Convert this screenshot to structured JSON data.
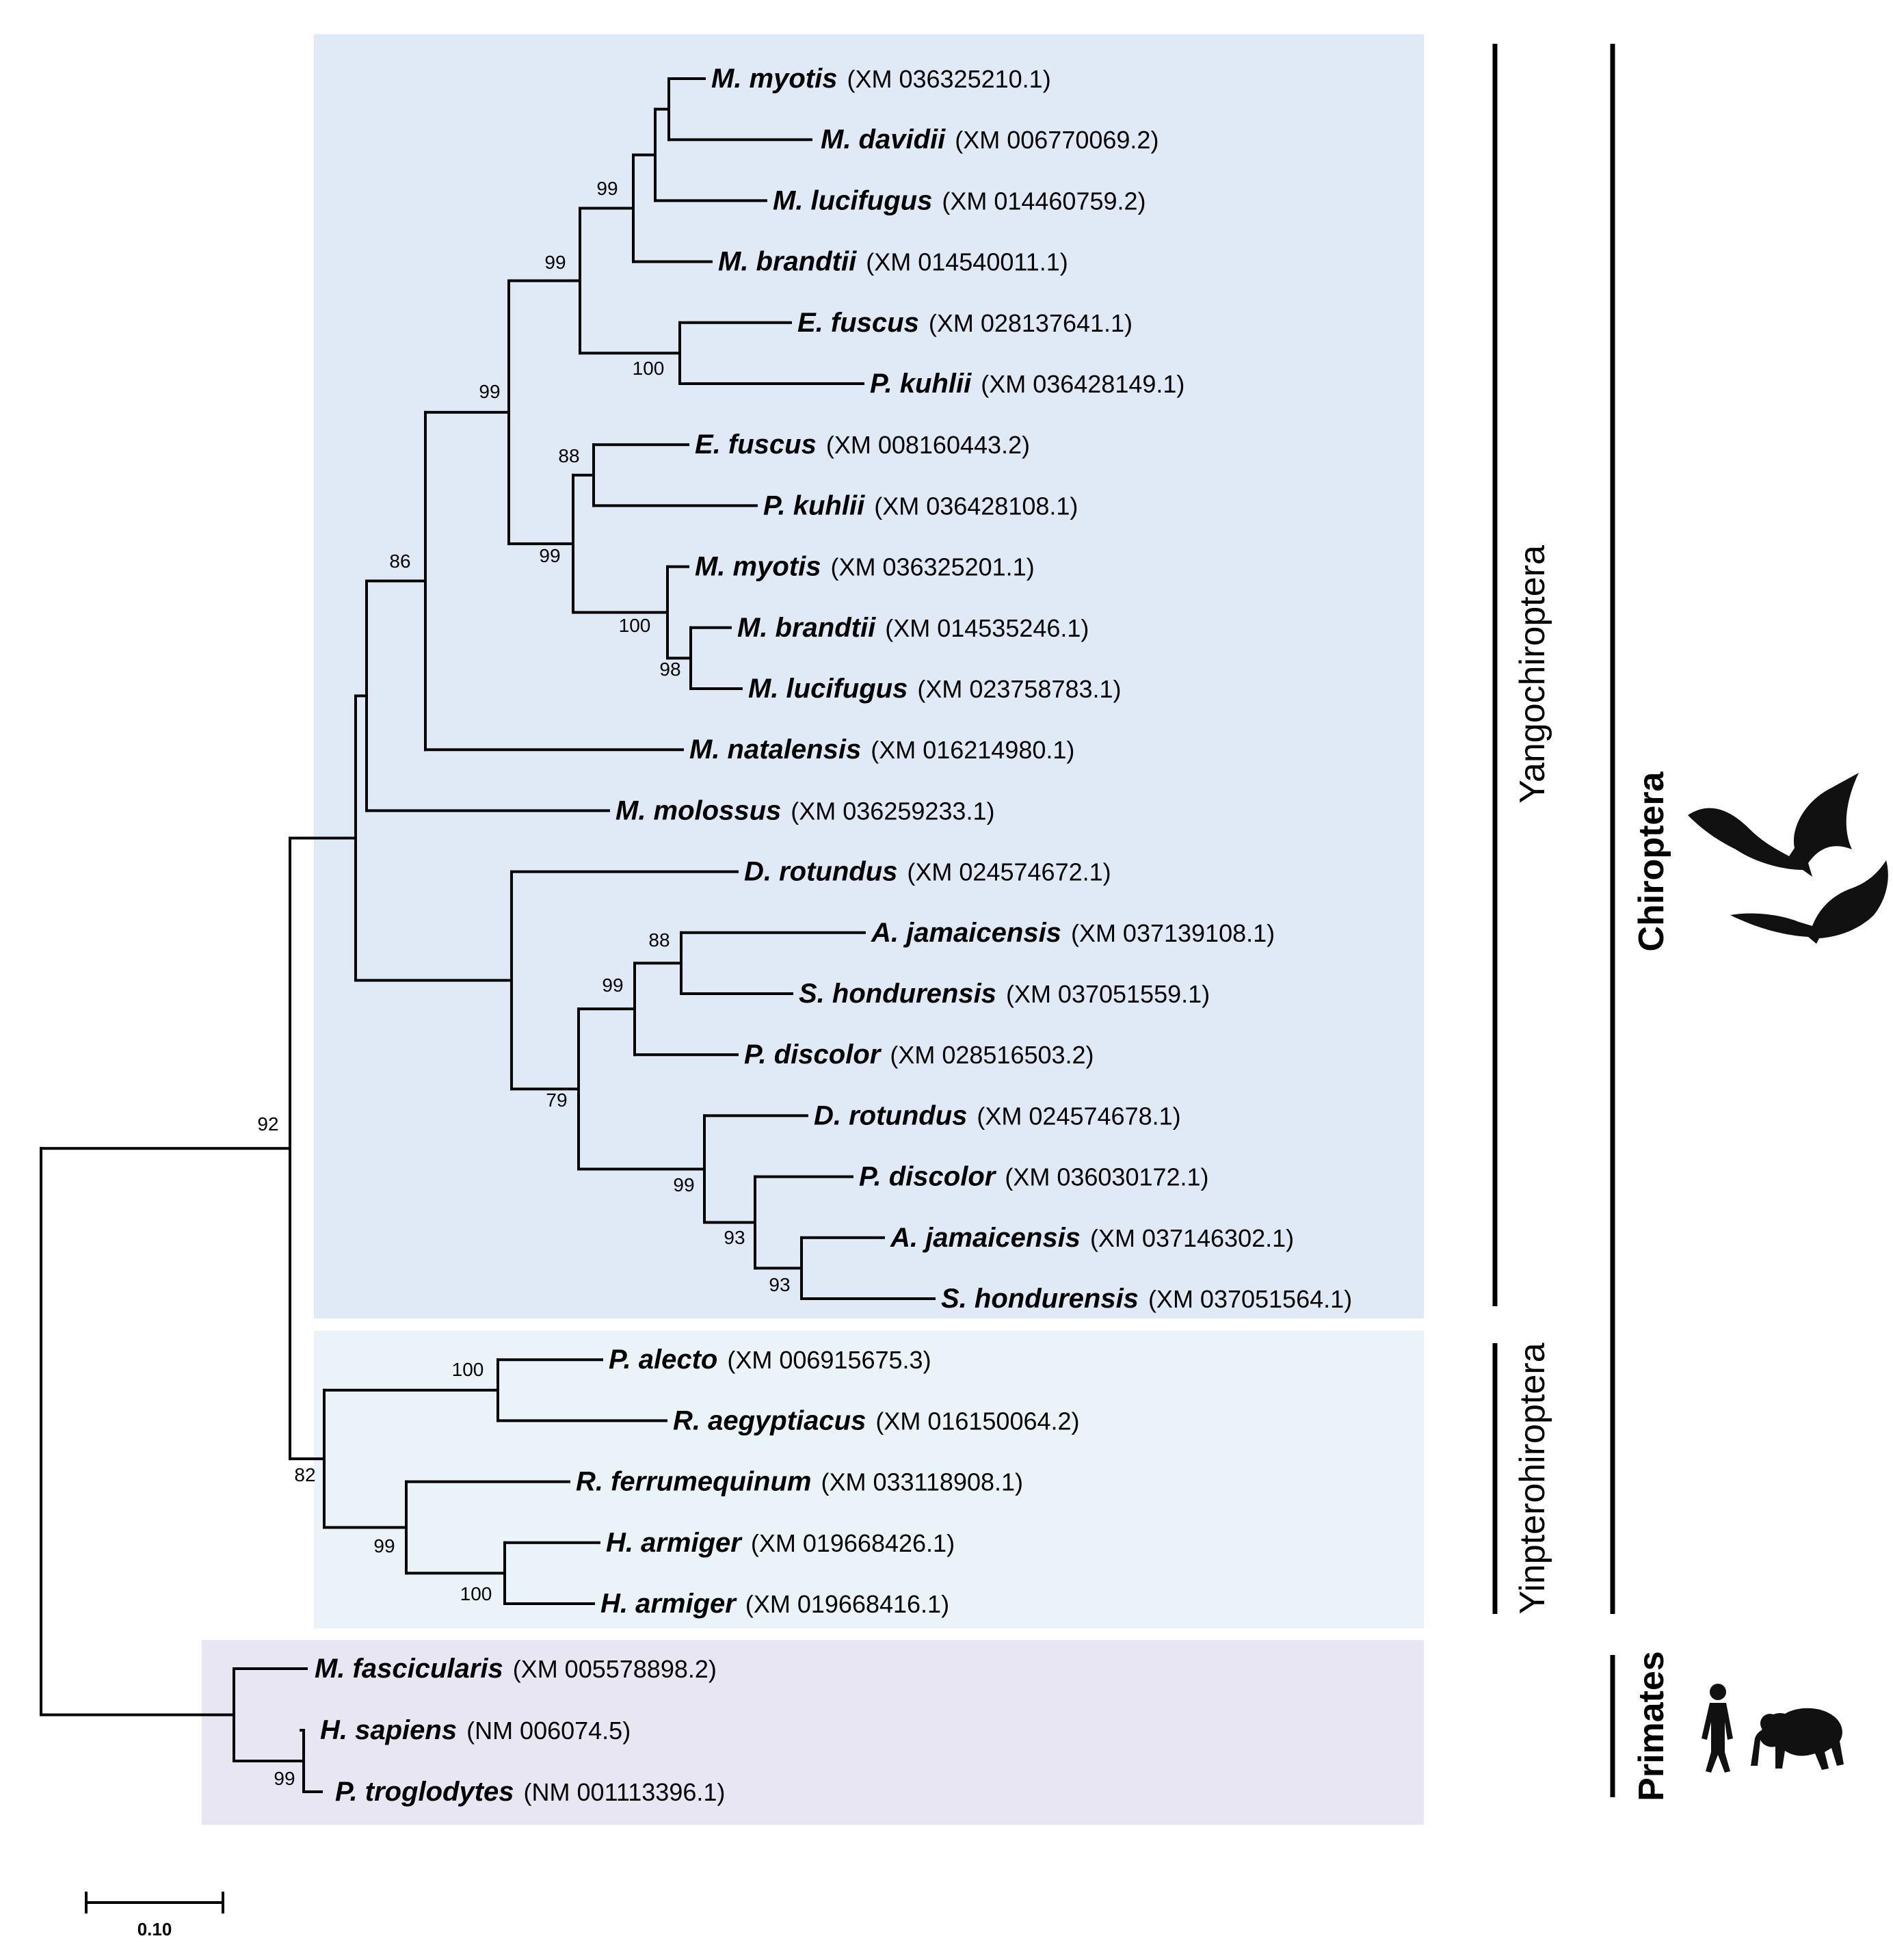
{
  "colors": {
    "yango_bg": "#dfeaf6",
    "yinpt_bg": "#eaf3f8",
    "primates_bg": "#e8e6f3",
    "branch": "#000000"
  },
  "leaves": [
    {
      "species": "M. myotis",
      "accession": "(XM 036325210.1)"
    },
    {
      "species": "M. davidii",
      "accession": "(XM 006770069.2)"
    },
    {
      "species": "M. lucifugus",
      "accession": "(XM 014460759.2)"
    },
    {
      "species": "M. brandtii",
      "accession": "(XM 014540011.1)"
    },
    {
      "species": "E. fuscus",
      "accession": "(XM 028137641.1)"
    },
    {
      "species": "P. kuhlii",
      "accession": "(XM 036428149.1)"
    },
    {
      "species": "E. fuscus",
      "accession": "(XM 008160443.2)"
    },
    {
      "species": "P. kuhlii",
      "accession": "(XM 036428108.1)"
    },
    {
      "species": "M. myotis",
      "accession": "(XM 036325201.1)"
    },
    {
      "species": "M. brandtii",
      "accession": "(XM 014535246.1)"
    },
    {
      "species": "M. lucifugus",
      "accession": "(XM 023758783.1)"
    },
    {
      "species": "M. natalensis",
      "accession": "(XM 016214980.1)"
    },
    {
      "species": "M. molossus",
      "accession": "(XM 036259233.1)"
    },
    {
      "species": "D. rotundus",
      "accession": "(XM 024574672.1)"
    },
    {
      "species": "A. jamaicensis",
      "accession": "(XM 037139108.1)"
    },
    {
      "species": "S. hondurensis",
      "accession": "(XM 037051559.1)"
    },
    {
      "species": "P. discolor",
      "accession": "(XM 028516503.2)"
    },
    {
      "species": "D. rotundus",
      "accession": "(XM 024574678.1)"
    },
    {
      "species": "P. discolor",
      "accession": "(XM 036030172.1)"
    },
    {
      "species": "A. jamaicensis",
      "accession": "(XM 037146302.1)"
    },
    {
      "species": "S. hondurensis",
      "accession": "(XM 037051564.1)"
    },
    {
      "species": "P. alecto",
      "accession": "(XM 006915675.3)"
    },
    {
      "species": "R. aegyptiacus",
      "accession": "(XM 016150064.2)"
    },
    {
      "species": "R. ferrumequinum",
      "accession": "(XM 033118908.1)"
    },
    {
      "species": "H. armiger",
      "accession": "(XM 019668426.1)"
    },
    {
      "species": "H. armiger",
      "accession": "(XM 019668416.1)"
    },
    {
      "species": "M. fascicularis",
      "accession": "(XM 005578898.2)"
    },
    {
      "species": "H. sapiens",
      "accession": "(NM 006074.5)"
    },
    {
      "species": "P. troglodytes",
      "accession": "(NM 001113396.1)"
    }
  ],
  "bootstrap": [
    "99",
    "99",
    "100",
    "99",
    "88",
    "99",
    "100",
    "98",
    "86",
    "88",
    "99",
    "79",
    "99",
    "93",
    "93",
    "92",
    "100",
    "82",
    "99",
    "100",
    "99"
  ],
  "groups": {
    "yangochiroptera": "Yangochiroptera",
    "yinpterochiroptera": "Yinpterohiroptera",
    "chiroptera": "Chiroptera",
    "primates": "Primates"
  },
  "scale_bar": {
    "label": "0.10"
  },
  "icons": [
    "bat-icon",
    "bat-icon",
    "human-icon",
    "ape-icon"
  ]
}
